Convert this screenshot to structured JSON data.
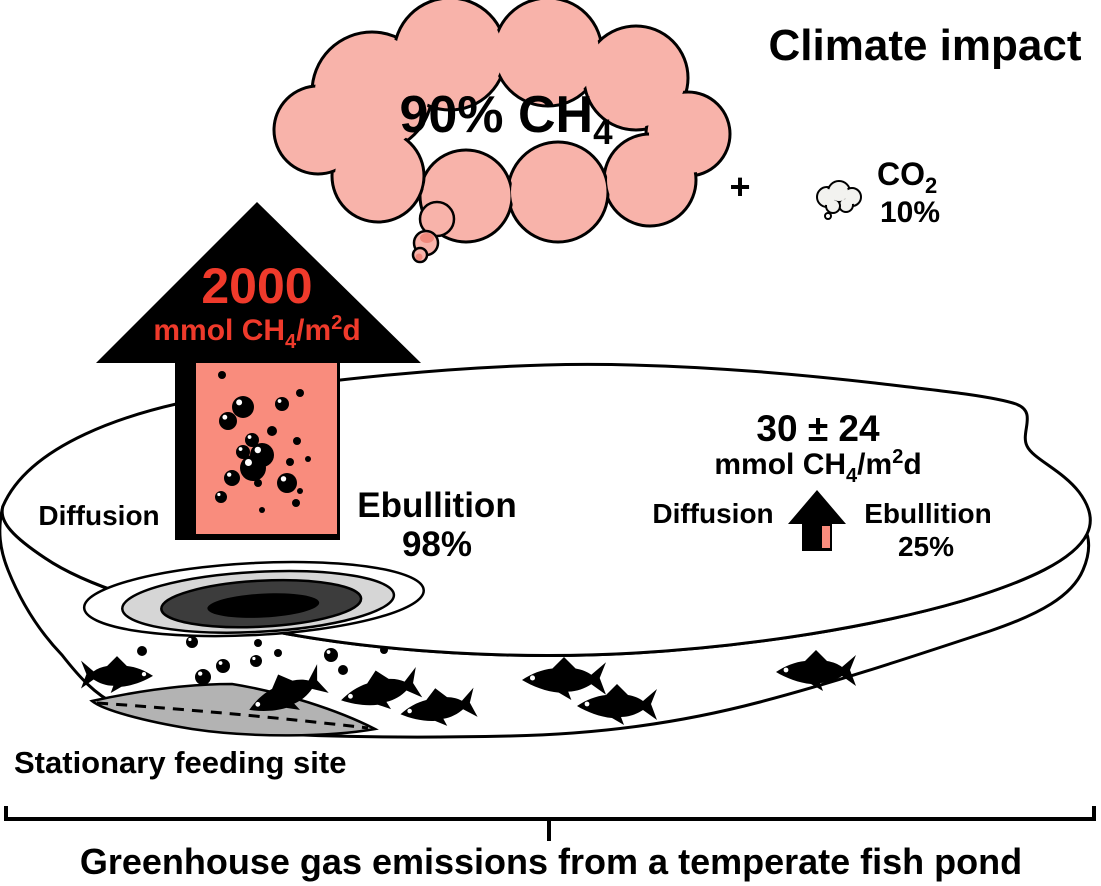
{
  "title": "Climate impact",
  "thought_cloud": {
    "label_prefix": "90% CH",
    "label_sub": "4"
  },
  "co2": {
    "plus": "+",
    "label_prefix": "CO",
    "label_sub": "2",
    "percent": "10%"
  },
  "big_arrow": {
    "value": "2000",
    "unit": {
      "p1": "mmol CH",
      "sub": "4",
      "p2": "/m",
      "sup": "2",
      "p3": "d"
    },
    "diffusion_label": "Diffusion",
    "ebullition_label": "Ebullition",
    "ebullition_percent": "98%"
  },
  "small_arrow": {
    "value": "30 ± 24",
    "unit": {
      "p1": "mmol CH",
      "sub": "4",
      "p2": "/m",
      "sup": "2",
      "p3": "d"
    },
    "diffusion_label": "Diffusion",
    "ebullition_label": "Ebullition",
    "ebullition_percent": "25%"
  },
  "pond": {
    "feeding_site_label": "Stationary feeding site",
    "fish_count": 7
  },
  "caption": "Greenhouse gas emissions from a temperate fish pond",
  "colors": {
    "cloud_pink": "#F8B3AA",
    "cloud_pink_dark": "#F0897C",
    "flux_salmon": "#F98C7D",
    "value_red": "#EF3A2B",
    "hotspot_light_gray": "#D6D6D6",
    "hotspot_dark_gray": "#3C3C3C",
    "sediment_gray": "#B3B3B3",
    "co2_cloud_fill": "#F2F2EF"
  }
}
